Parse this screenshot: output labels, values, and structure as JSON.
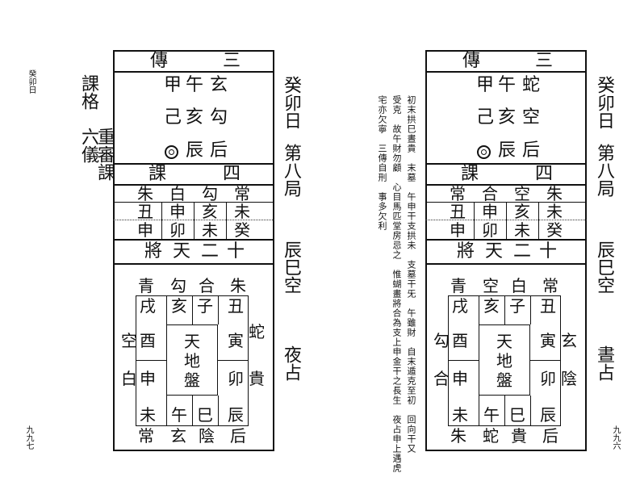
{
  "left_page": {
    "header_top": "癸卯日",
    "page_number": "九九七",
    "side_labels": {
      "ke": "課格",
      "chong": "重審課",
      "liu": "六儀"
    },
    "chuan_title": {
      "a": "傳",
      "b": "三"
    },
    "chuan_rows": [
      {
        "col1": "甲",
        "col2": "午",
        "col3": "玄"
      },
      {
        "col1": "己",
        "col2": "亥",
        "col3": "勾"
      },
      {
        "col1": "◎",
        "col2": "辰",
        "col3": "后"
      }
    ],
    "ke_title": {
      "a": "課",
      "b": "四"
    },
    "ke_rows": [
      [
        "朱",
        "白",
        "勾",
        "常"
      ],
      [
        "丑",
        "申",
        "亥",
        "未"
      ],
      [
        "申",
        "卯",
        "未",
        "癸"
      ]
    ],
    "jiang_title": [
      "將",
      "天",
      "二",
      "十"
    ],
    "pan_top_gods": [
      "青",
      "勾",
      "合",
      "朱"
    ],
    "pan_top_branches": [
      "戌",
      "亥",
      "子",
      "丑"
    ],
    "pan_left": {
      "gods": [
        "空",
        "白"
      ],
      "branches": [
        "酉",
        "申"
      ]
    },
    "pan_right": {
      "gods": [
        "蛇",
        "貴"
      ],
      "branches": [
        "寅",
        "卯"
      ]
    },
    "pan_center": [
      "天",
      "地",
      "盤"
    ],
    "pan_bottom_branches": [
      "未",
      "午",
      "巳",
      "辰"
    ],
    "pan_bottom_gods": [
      "常",
      "玄",
      "陰",
      "后"
    ],
    "right_side": {
      "line1": "癸卯日",
      "line2": "第八局",
      "line3": "辰巳空",
      "line4": "夜占"
    }
  },
  "right_page": {
    "page_number": "九九六",
    "notes": [
      "初末拱巳晝貴　末墓　午申干支拱未　支墓干旡　午雖財　自末遁克至初　回向干又",
      "受克　故午財勿顧　心目馬匹堂房忌之　惟蝴畫將合為支上申金干之長生　夜占申上遇虎",
      "宅亦欠寧　三傳自刑　事多欠利"
    ],
    "chuan_title": {
      "a": "傳",
      "b": "三"
    },
    "chuan_rows": [
      {
        "col1": "甲",
        "col2": "午",
        "col3": "蛇"
      },
      {
        "col1": "己",
        "col2": "亥",
        "col3": "空"
      },
      {
        "col1": "◎",
        "col2": "辰",
        "col3": "后"
      }
    ],
    "ke_title": {
      "a": "課",
      "b": "四"
    },
    "ke_rows": [
      [
        "常",
        "合",
        "空",
        "朱"
      ],
      [
        "丑",
        "申",
        "亥",
        "未"
      ],
      [
        "申",
        "卯",
        "未",
        "癸"
      ]
    ],
    "jiang_title": [
      "將",
      "天",
      "二",
      "十"
    ],
    "pan_top_gods": [
      "青",
      "空",
      "白",
      "常"
    ],
    "pan_top_branches": [
      "戌",
      "亥",
      "子",
      "丑"
    ],
    "pan_left": {
      "gods": [
        "勾",
        "合"
      ],
      "branches": [
        "酉",
        "申"
      ]
    },
    "pan_right": {
      "gods": [
        "玄",
        "陰"
      ],
      "branches": [
        "寅",
        "卯"
      ]
    },
    "pan_center": [
      "天",
      "地",
      "盤"
    ],
    "pan_bottom_branches": [
      "未",
      "午",
      "巳",
      "辰"
    ],
    "pan_bottom_gods": [
      "朱",
      "蛇",
      "貴",
      "后"
    ],
    "right_side": {
      "line1": "癸卯日",
      "line2": "第八局",
      "line3": "辰巳空",
      "line4": "晝占"
    }
  }
}
